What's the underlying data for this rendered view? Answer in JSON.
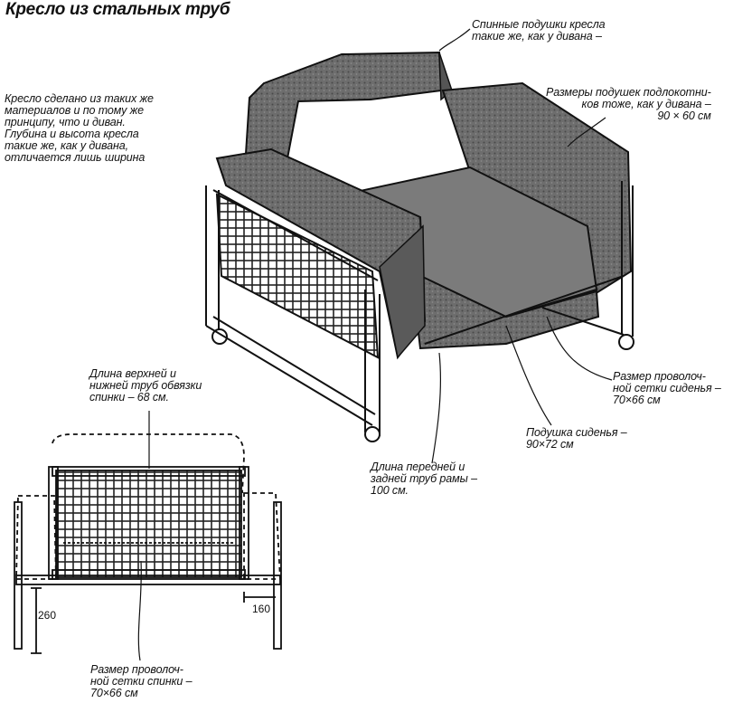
{
  "title": "Кресло из стальных труб",
  "intro": "Кресло сделано из таких же\nматериалов и по тому же\nпринципу, что и диван.\nГлубина и высота кресла\nтакие же, как у дивана,\nотличается лишь ширина",
  "callouts": {
    "back_cushions": "Спинные подушки кресла\nтакие же, как у дивана –",
    "armrest_cushions": "Размеры подушек подлокотни-\nков тоже, как у дивана –\n90 × 60 см",
    "seat_mesh": "Размер проволоч-\nной сетки сиденья –\n70×66 см",
    "seat_cushion": "Подушка сиденья –\n90×72 см",
    "frame_tubes": "Длина передней и\nзадней труб рамы –\n100 см.",
    "back_tubes": "Длина верхней и\nнижней труб обвязки\nспинки – 68 см.",
    "back_mesh": "Размер проволоч-\nной сетки спинки –\n70×66 см"
  },
  "dimensions": {
    "height": "260",
    "offset": "160"
  }
}
